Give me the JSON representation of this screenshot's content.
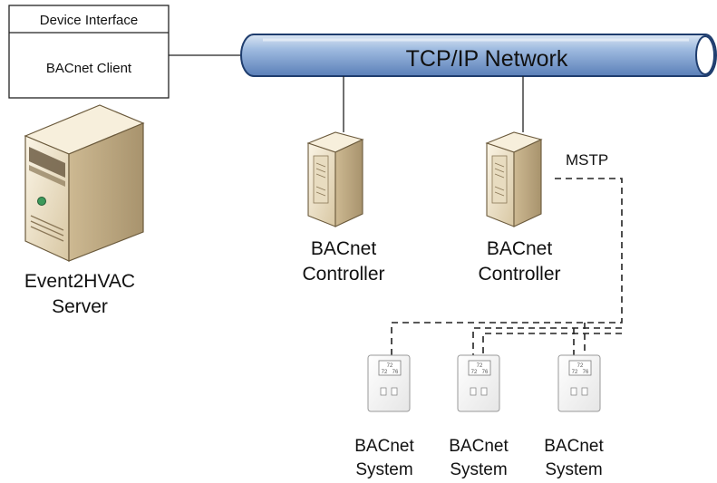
{
  "device_box": {
    "header": "Device Interface",
    "body": "BACnet Client"
  },
  "network": {
    "label": "TCP/IP Network"
  },
  "server": {
    "label_line1": "Event2HVAC",
    "label_line2": "Server"
  },
  "controllers": [
    {
      "label_line1": "BACnet",
      "label_line2": "Controller"
    },
    {
      "label_line1": "BACnet",
      "label_line2": "Controller"
    }
  ],
  "mstp_label": "MSTP",
  "systems": [
    {
      "label_line1": "BACnet",
      "label_line2": "System",
      "display": "72",
      "small_left": "72",
      "small_right": "76"
    },
    {
      "label_line1": "BACnet",
      "label_line2": "System",
      "display": "72",
      "small_left": "72",
      "small_right": "76"
    },
    {
      "label_line1": "BACnet",
      "label_line2": "System",
      "display": "72",
      "small_left": "72",
      "small_right": "76"
    }
  ],
  "colors": {
    "pipe_light": "#dbe6f3",
    "pipe_mid": "#9fbbe0",
    "pipe_dark": "#5a7fb8",
    "server_body": "#efe3c8",
    "server_dark": "#b9a684",
    "line": "#222222"
  }
}
